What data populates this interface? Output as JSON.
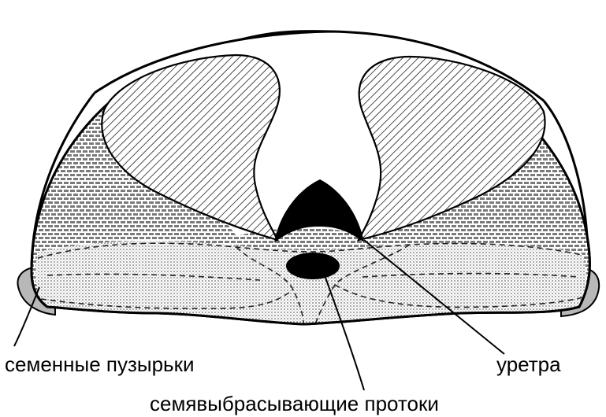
{
  "labels": {
    "seminal_vesicles": "семенные пузырьки",
    "urethra": "уретра",
    "ejaculatory_ducts": "семявыбрасывающие протоки"
  },
  "colors": {
    "ink": "#000000",
    "background": "#ffffff",
    "vesicle_fill": "#b8b8b8",
    "dotted_zone": "#d9d9d9"
  }
}
